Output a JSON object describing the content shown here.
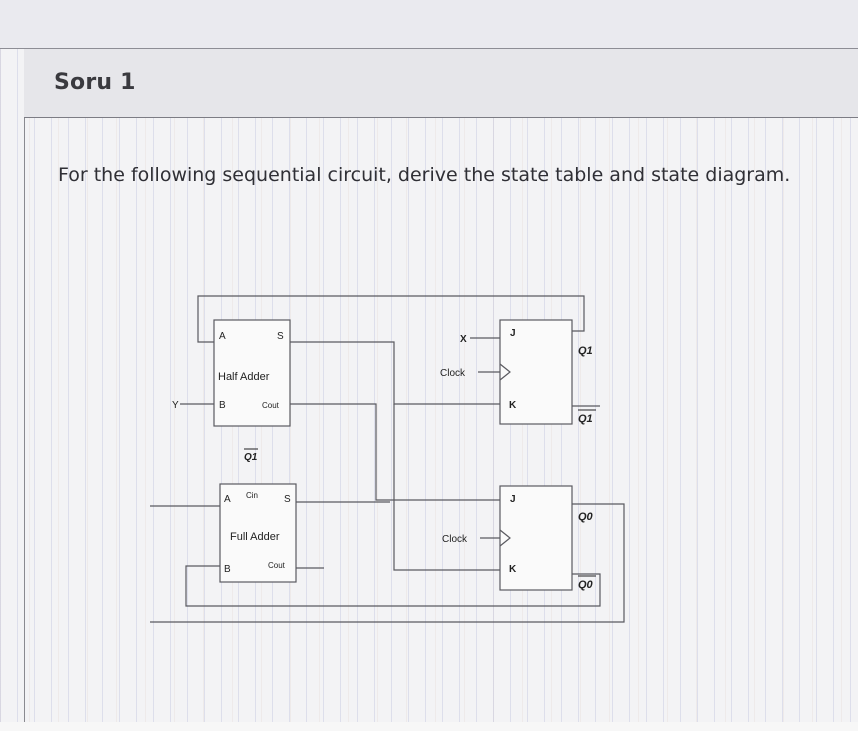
{
  "page": {
    "title": "Soru 1",
    "question": "For the following sequential circuit, derive the state table and state diagram."
  },
  "circuit": {
    "half_adder": {
      "name": "Half Adder",
      "input_a": "A",
      "input_b": "B",
      "output_s": "S",
      "output_cout": "Cout"
    },
    "full_adder": {
      "name": "Full Adder",
      "input_a": "A",
      "input_b": "B",
      "input_cin": "Cin",
      "output_s": "S",
      "output_cout": "Cout"
    },
    "input_y": "Y",
    "q1_bar_label": "Q1",
    "flipflop_top": {
      "input_x": "X",
      "j": "J",
      "k": "K",
      "clock": "Clock",
      "q": "Q1",
      "q_bar": "Q1"
    },
    "flipflop_bottom": {
      "j": "J",
      "k": "K",
      "clock": "Clock",
      "q": "Q0",
      "q_bar": "Q0"
    }
  }
}
